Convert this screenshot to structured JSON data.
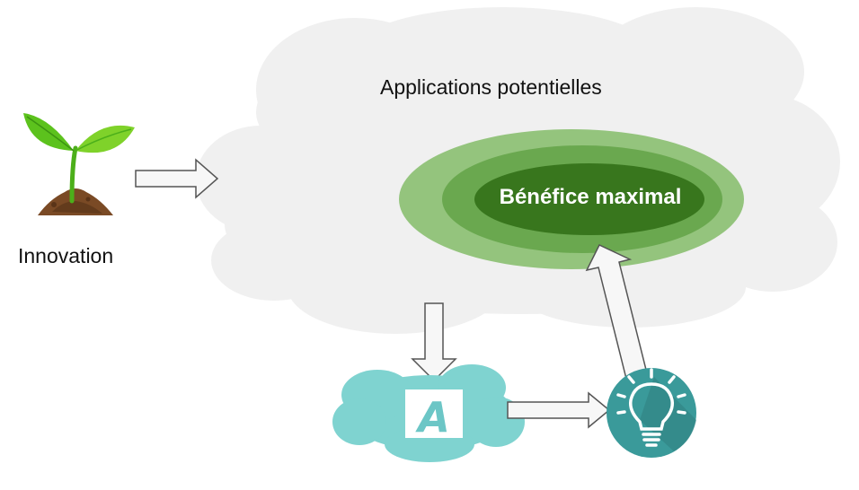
{
  "diagram": {
    "cloud_title": "Applications potentielles",
    "innovation_label": "Innovation",
    "benefit_label": "Bénéfice maximal",
    "application_letter": "A"
  },
  "colors": {
    "cloud_fill": "#f0f0f0",
    "ellipse_outer": "#94c47d",
    "ellipse_middle": "#6aa84f",
    "ellipse_inner": "#38761d",
    "small_cloud": "#7fd3d0",
    "bulb_circle": "#3a9a9a",
    "arrow_fill": "#f7f7f7",
    "arrow_stroke": "#555555"
  },
  "icons": {
    "innovation": "sprout-icon",
    "application": "letter-a-icon",
    "idea": "lightbulb-icon"
  }
}
